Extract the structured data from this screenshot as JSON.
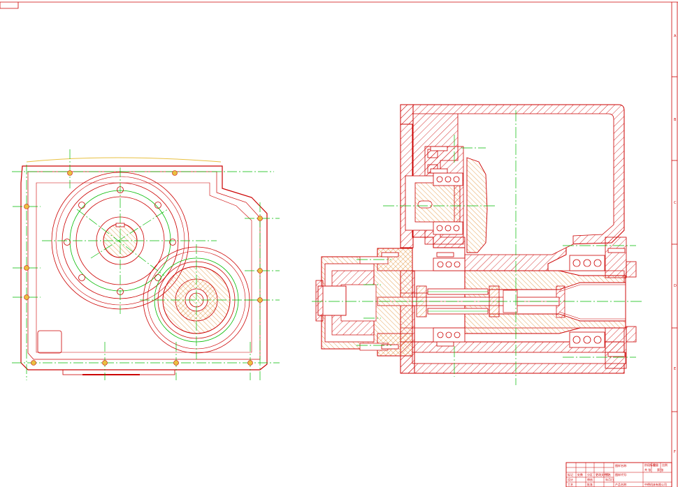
{
  "zone_labels": [
    "A",
    "B",
    "C",
    "D",
    "E",
    "F"
  ],
  "title_block": {
    "cells": [
      "标记",
      "处数",
      "分区",
      "更改文件号",
      "签名",
      "年月日",
      "设计",
      "审核",
      "工艺",
      "批准"
    ],
    "field_labels": [
      "阶段标记",
      "重量",
      "比例",
      "共 张",
      "第 张"
    ],
    "name_lines": [
      "图样名称:",
      "图样代号:",
      "产品名称:"
    ],
    "company": "中德机床有限公司"
  },
  "colors": {
    "outline": "#cc0000",
    "center_line": "#00bb00",
    "hatch_red": "#cc0000",
    "hatch_orange": "#e08a2a",
    "bolt_fill": "#e8c040",
    "border": "#cc0000",
    "background": "#ffffff"
  }
}
